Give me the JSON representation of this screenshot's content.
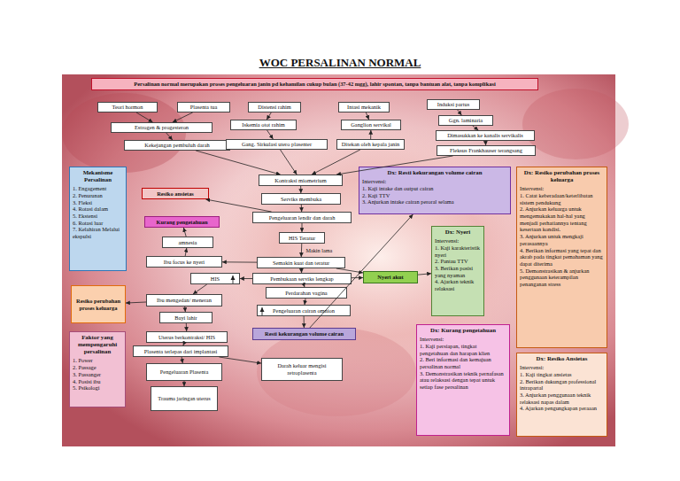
{
  "diagram": {
    "title": "WOC PERSALINAN NORMAL",
    "nodes": [
      {
        "text": [
          "Persalinan normal merupakan proses pengeluaran janin pd kehamilan cukup bulan (37-42 mgg), lahir spontan, tanpa bantuan alat, tanpa komplikasi"
        ]
      },
      {
        "text": [
          "Teori hormon"
        ]
      },
      {
        "text": [
          "Plasenta tua"
        ]
      },
      {
        "text": [
          "Distensi rahim"
        ]
      },
      {
        "text": [
          "Intasi mekanik"
        ]
      },
      {
        "text": [
          "Induksi partus"
        ]
      },
      {
        "text": [
          "Estrogen & progesteron"
        ]
      },
      {
        "text": [
          "Iskemia otot rahim"
        ]
      },
      {
        "text": [
          "Ganglion servikal"
        ]
      },
      {
        "text": [
          "Ggn. laminaria"
        ]
      },
      {
        "text": [
          "Dimasukkan ke kanalis servikalis"
        ]
      },
      {
        "text": [
          "Kekejangan pembuluh darah"
        ]
      },
      {
        "text": [
          "Gang. Sirkulasi utero plasenter"
        ]
      },
      {
        "text": [
          "Ditekan oleh kepala janin"
        ]
      },
      {
        "text": [
          "Fleksus Frankhauser terangsang"
        ]
      },
      {
        "text": [
          "Mekanisme Persalinan",
          "1. Engagement",
          "2. Penurunan",
          "3. Fleksi",
          "4. Rotasi dalam",
          "5. Ekstensi",
          "6. Rotasi luar",
          "7. Kelahiran Melalui ekspulsi"
        ]
      },
      {
        "text": [
          "Dx: Resti kekurangan volume cairan",
          "Intervensi:",
          "1. Kaji intake dan output cairan",
          "2. Kaji TTV",
          "3. Anjurkan intake cairan peroral selama"
        ]
      },
      {
        "text": [
          "Dx: Resiko perubahan proses keluarga",
          "Intervensi:",
          "1. Catat keberadaan/keterlibatan sistem pendukung",
          "2. Anjurkan keluarga untuk mengemukakan hal-hal yang menjadi perhatiannya tentang kesertaan kondisi.",
          "3. Anjurkan untuk mengkaji perasaannya",
          "4. Berikan informasi yang tepat dan akrab pada tingkat pemahaman yang dapat diterima",
          "5. Demonstrasikan & anjurkan penggunaan keterampilan penanganan stress"
        ]
      },
      {
        "text": [
          "Kontraksi miometrium"
        ]
      },
      {
        "text": [
          "Resiko ansietas"
        ]
      },
      {
        "text": [
          "Serviks membuka"
        ]
      },
      {
        "text": [
          "Pengeluaran lendir dan darah"
        ]
      },
      {
        "text": [
          "Kurang pengetahuan"
        ]
      },
      {
        "text": [
          "Dx: Nyeri",
          "Intervensi:",
          "1. Kaji karakteristik nyeri",
          "2. Pantau TTV",
          "3. Berikan posisi yang nyaman",
          "4. Ajarkan teknik relaksasi"
        ]
      },
      {
        "text": [
          "amnesia"
        ]
      },
      {
        "text": [
          "HIS Teratur"
        ]
      },
      {
        "text": [
          "Ibu focus ke nyeri"
        ]
      },
      {
        "text": [
          "Semakin kuat dan teratur"
        ]
      },
      {
        "text": [
          "HIS"
        ]
      },
      {
        "text": [
          "Pembukaan serviks lengkap"
        ]
      },
      {
        "text": [
          "Nyeri akut"
        ]
      },
      {
        "text": [
          "Resiko perubahan proses keluarga"
        ]
      },
      {
        "text": [
          "Perdarahan vagina"
        ]
      },
      {
        "text": [
          "Ibu mengedan/ meneran"
        ]
      },
      {
        "text": [
          "Pengeluaran cairan omnion"
        ]
      },
      {
        "text": [
          "Bayi lahir"
        ]
      },
      {
        "text": [
          "Dx: Kurang pengetahuan",
          "Intervensi:",
          "1. Kaji persiapan, tingkat pengetahuan dan harapan klien",
          "2. Beri informasi dan kemajuan persalinan normal",
          "3. Demonstrasikan teknik pernafasan atau relaksasi dengan tepat untuk setiap fase persalinan"
        ]
      },
      {
        "text": [
          "Resti kekurangan volume cairan"
        ]
      },
      {
        "text": [
          "Faktor yang mempengaruhi persalinan",
          "1. Power",
          "2. Passage",
          "3. Passanger",
          "4. Posisi ibu",
          "5. Psikologi"
        ]
      },
      {
        "text": [
          "Uterus berkontraksi/ HIS"
        ]
      },
      {
        "text": [
          "Dx: Resiko Ansietas",
          "Intervensi:",
          "1. Kaji tingkat ansietas",
          "2. Berikan dukungan professional intrapartal",
          "3. Anjurkan penggunaan teknik relaksasi napas dalam",
          "4. Ajarkan pengungkapan peraaan"
        ]
      },
      {
        "text": [
          "Plasenta terlepas dari implantasi"
        ]
      },
      {
        "text": [
          "Darah keluar mengisi retroplasenta"
        ]
      },
      {
        "text": [
          "Pengeluaran Plasenta"
        ]
      },
      {
        "text": [
          "Trauma jaringan uterus"
        ]
      }
    ],
    "edges": [
      {
        "from": 1,
        "to": 6,
        "arrow": "to"
      },
      {
        "from": 2,
        "to": 6,
        "arrow": "to"
      },
      {
        "from": 6,
        "to": 11,
        "arrow": "to"
      },
      {
        "from": 3,
        "to": 7,
        "arrow": "to"
      },
      {
        "from": 7,
        "to": 12,
        "arrow": "to"
      },
      {
        "from": 4,
        "to": 8,
        "arrow": "to"
      },
      {
        "from": 13,
        "to": 8,
        "arrow": "to"
      },
      {
        "from": 5,
        "to": 9,
        "arrow": "to"
      },
      {
        "from": 9,
        "to": 10,
        "arrow": "to"
      },
      {
        "from": 10,
        "to": 14,
        "arrow": "to"
      },
      {
        "from": 11,
        "to": 18,
        "arrow": "to"
      },
      {
        "from": 12,
        "to": 18,
        "arrow": "to"
      },
      {
        "from": 13,
        "to": 18,
        "arrow": "to"
      },
      {
        "from": 14,
        "to": 18,
        "arrow": "to"
      },
      {
        "from": 18,
        "to": 20,
        "arrow": "to"
      },
      {
        "from": 20,
        "to": 21,
        "arrow": "to"
      },
      {
        "from": 21,
        "to": 25,
        "arrow": "to"
      },
      {
        "from": 25,
        "to": 27,
        "label": "Makin lama",
        "arrow": "to"
      },
      {
        "from": 27,
        "to": 29,
        "arrow": "to"
      },
      {
        "from": 29,
        "to": 32,
        "arrow": "to"
      },
      {
        "from": 32,
        "to": 34,
        "arrow": "to"
      },
      {
        "from": 34,
        "to": 37,
        "arrow": "to"
      },
      {
        "from": 37,
        "to": 16,
        "arrow": "to"
      },
      {
        "from": 21,
        "to": 19,
        "arrow": "to"
      },
      {
        "from": 26,
        "to": 24,
        "arrow": "to"
      },
      {
        "from": 24,
        "to": 22,
        "arrow": "to"
      },
      {
        "from": 27,
        "to": 26,
        "arrow": "to"
      },
      {
        "from": 29,
        "to": 28,
        "arrow": "to"
      },
      {
        "from": 28,
        "to": 33,
        "arrow": "to"
      },
      {
        "from": 33,
        "to": 31,
        "arrow": "to"
      },
      {
        "from": 33,
        "to": 35,
        "arrow": "to"
      },
      {
        "from": 35,
        "to": 39,
        "arrow": "to"
      },
      {
        "from": 39,
        "to": 41,
        "arrow": "to"
      },
      {
        "from": 41,
        "to": 43,
        "arrow": "to"
      },
      {
        "from": 43,
        "to": 44,
        "arrow": "to"
      },
      {
        "from": 41,
        "to": 42,
        "arrow": "to"
      },
      {
        "from": 27,
        "to": 30,
        "arrow": "to"
      },
      {
        "from": 29,
        "to": 30,
        "arrow": "to"
      },
      {
        "from": 30,
        "to": 23,
        "arrow": "to"
      }
    ]
  }
}
